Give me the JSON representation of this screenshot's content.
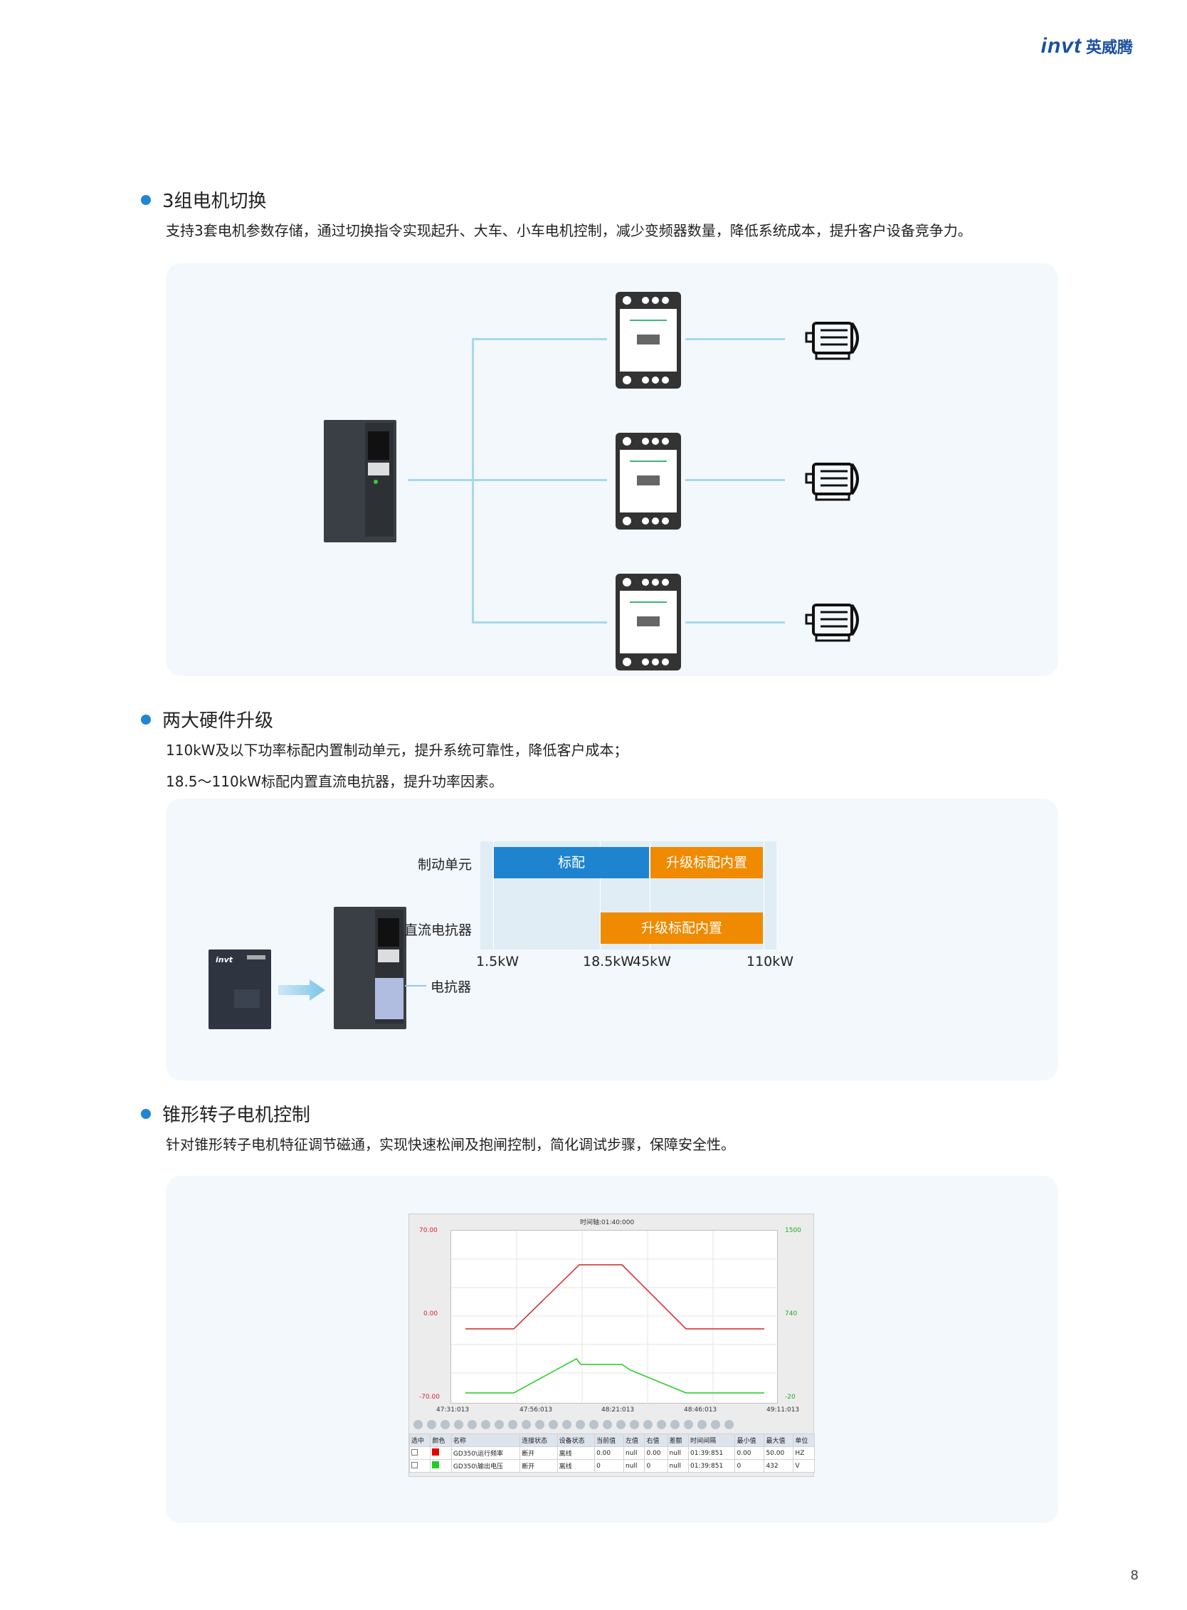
{
  "header": {
    "logo": "invt",
    "brand_cn": "英威腾"
  },
  "sections": [
    {
      "title": "3组电机切换",
      "desc": "支持3套电机参数存储，通过切换指令实现起升、大车、小车电机控制，减少变频器数量，降低系统成本，提升客户设备竞争力。"
    },
    {
      "title": "两大硬件升级",
      "desc_lines": [
        "110kW及以下功率标配内置制动单元，提升系统可靠性，降低客户成本；",
        "18.5～110kW标配内置直流电抗器，提升功率因素。"
      ],
      "reactor_label": "电抗器"
    },
    {
      "title": "锥形转子电机控制",
      "desc": "针对锥形转子电机特征调节磁通，实现快速松闸及抱闸控制，简化调试步骤，保障安全性。"
    }
  ],
  "chart_data": {
    "type": "bar",
    "orientation": "horizontal-range",
    "rows": [
      {
        "name": "制动单元",
        "segments": [
          {
            "label": "标配",
            "from": "1.5kW",
            "to": "45kW",
            "color": "#1e84d0"
          },
          {
            "label": "升级标配内置",
            "from": "45kW",
            "to": "110kW",
            "color": "#f08a00"
          }
        ]
      },
      {
        "name": "直流电抗器",
        "segments": [
          {
            "label": "升级标配内置",
            "from": "18.5kW",
            "to": "110kW",
            "color": "#f08a00"
          }
        ]
      }
    ],
    "ticks": [
      "1.5kW",
      "18.5kW",
      "45kW",
      "110kW"
    ]
  },
  "software": {
    "time_axis": "时间轴:01:40:000",
    "y_left": [
      "70.00",
      "0.00",
      "-70.00"
    ],
    "y_right": [
      "1500",
      "740",
      "-20"
    ],
    "x_ticks": [
      "47:31:013",
      "47:56:013",
      "48:21:013",
      "48:46:013",
      "49:11:013"
    ],
    "table_head": [
      "选中",
      "颜色",
      "名称",
      "连接状态",
      "设备状态",
      "当前值",
      "左值",
      "右值",
      "差额",
      "时间间隔",
      "最小值",
      "最大值",
      "单位"
    ],
    "rows": [
      [
        "",
        "#e60000",
        "GD350\\运行频率",
        "断开",
        "离线",
        "0.00",
        "null",
        "0.00",
        "null",
        "01:39:851",
        "0.00",
        "50.00",
        "HZ"
      ],
      [
        "",
        "#22cc22",
        "GD350\\输出电压",
        "断开",
        "离线",
        "0",
        "null",
        "0",
        "null",
        "01:39:851",
        "0",
        "432",
        "V"
      ]
    ]
  },
  "page_number": "8"
}
